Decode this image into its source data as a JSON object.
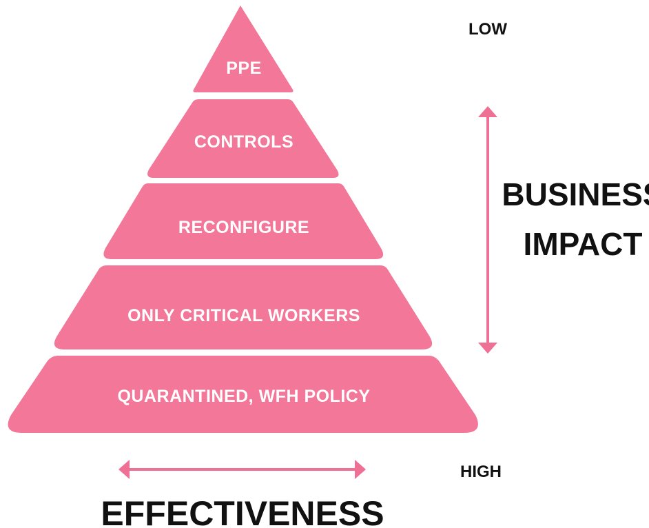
{
  "colors": {
    "pyramid_fill": "#f27799",
    "arrow": "#ef7095",
    "text_dark": "#111111",
    "text_light": "#ffffff"
  },
  "pyramid": {
    "tiers": [
      {
        "label": "PPE"
      },
      {
        "label": "CONTROLS"
      },
      {
        "label": "RECONFIGURE"
      },
      {
        "label": "ONLY CRITICAL WORKERS"
      },
      {
        "label": "QUARANTINED, WFH POLICY"
      }
    ]
  },
  "scale": {
    "low_label": "LOW",
    "high_label": "HIGH"
  },
  "business_impact": {
    "line1": "BUSINESS",
    "line2": "IMPACT"
  },
  "effectiveness": {
    "label": "EFFECTIVENESS"
  }
}
